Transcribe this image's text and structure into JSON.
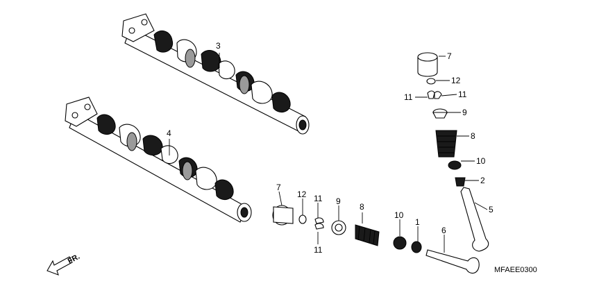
{
  "diagram": {
    "callouts": {
      "c1": "1",
      "c2": "2",
      "c3": "3",
      "c4": "4",
      "c5": "5",
      "c6": "6",
      "c7_right": "7",
      "c7_left": "7",
      "c8_right": "8",
      "c8_left": "8",
      "c9_right": "9",
      "c9_left": "9",
      "c10_right": "10",
      "c10_left": "10",
      "c11_right_a": "11",
      "c11_right_b": "11",
      "c11_left_a": "11",
      "c11_left_b": "11",
      "c12_right": "12",
      "c12_left": "12"
    },
    "front_marker": "FR.",
    "drawing_code": "MFAEE0300"
  },
  "colors": {
    "ink": "#000000",
    "background": "#ffffff",
    "shade": "#1a1a1a"
  }
}
